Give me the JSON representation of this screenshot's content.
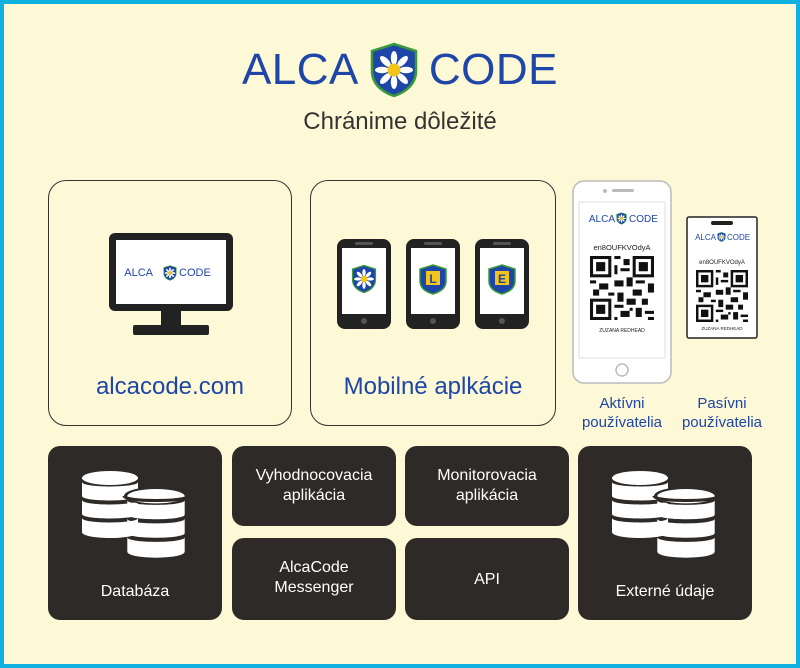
{
  "brand": {
    "left": "ALCA",
    "right": "CODE",
    "tagline": "Chránime dôležité"
  },
  "web": {
    "label": "alcacode.com",
    "screen_logo_left": "ALCA",
    "screen_logo_right": "CODE"
  },
  "mobile": {
    "label": "Mobilné aplkácie",
    "app_letters": [
      "L",
      "E"
    ]
  },
  "active_phone": {
    "logo_left": "ALCA",
    "logo_right": "CODE",
    "code": "en8OUFKVOdyA",
    "name": "ZUZANA REDHEAD",
    "caption_line1": "Aktívni",
    "caption_line2": "používatelia"
  },
  "passive_badge": {
    "logo_left": "ALCA",
    "logo_right": "CODE",
    "code": "en8OUFKVOdyA",
    "name": "ZUZANA REDHEAD",
    "caption_line1": "Pasívni",
    "caption_line2": "používatelia"
  },
  "services": [
    {
      "line1": "Vyhodnocovacia",
      "line2": "aplikácia"
    },
    {
      "line1": "Monitorovacia",
      "line2": "aplikácia"
    },
    {
      "line1": "AlcaCode",
      "line2": "Messenger"
    },
    {
      "line1": "API",
      "line2": ""
    }
  ],
  "database": {
    "label": "Databáza"
  },
  "external": {
    "label": "Externé údaje"
  },
  "colors": {
    "border": "#10b0e0",
    "background": "#fdf8d6",
    "brand_blue": "#1e45a8",
    "dark_box": "#2d2a28",
    "flower_yellow": "#f3c41a"
  }
}
